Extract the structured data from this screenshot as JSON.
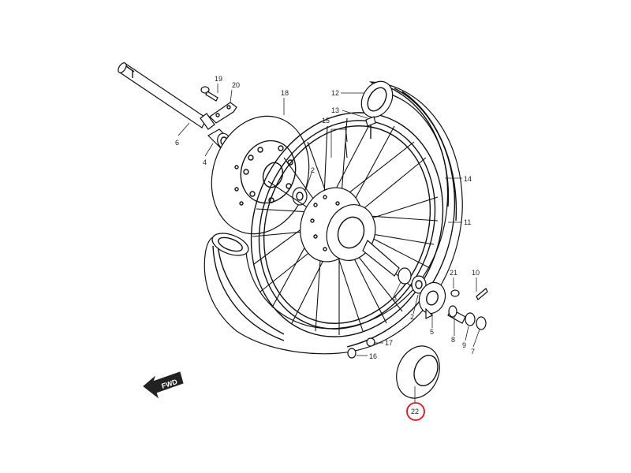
{
  "diagram": {
    "fwd_label": "FWD",
    "highlight_color": "#e0101a",
    "callouts": {
      "c2a": "2",
      "c2b": "2",
      "c3": "3",
      "c4": "4",
      "c5": "5",
      "c6": "6",
      "c7": "7",
      "c8": "8",
      "c9": "9",
      "c10": "10",
      "c11": "11",
      "c12": "12",
      "c13": "13",
      "c14": "14",
      "c15": "15",
      "c16": "16",
      "c17": "17",
      "c18": "18",
      "c19": "19",
      "c20": "20",
      "c21": "21",
      "c22": "22"
    }
  }
}
